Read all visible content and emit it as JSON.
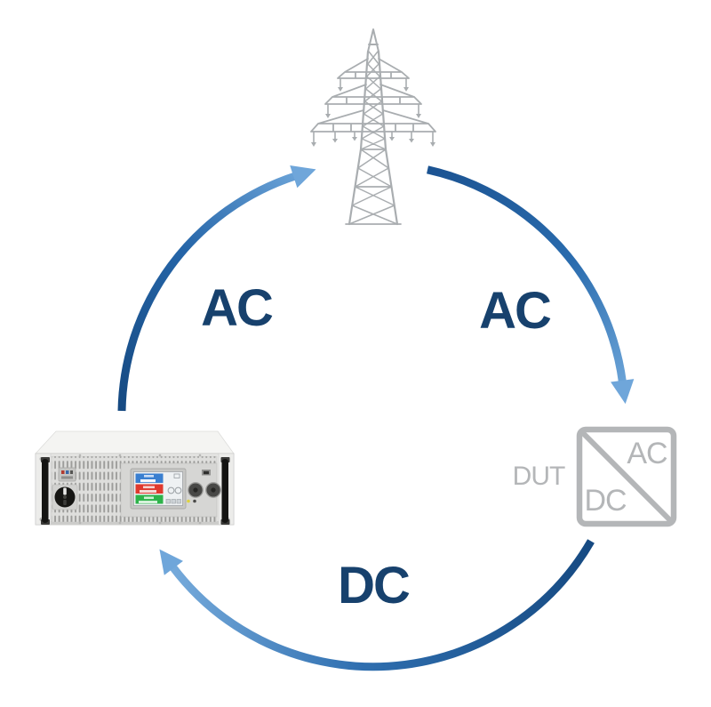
{
  "diagram": {
    "type": "energy-recovery-cycle",
    "flows": {
      "psu_to_grid": {
        "label": "AC"
      },
      "grid_to_dut": {
        "label": "AC"
      },
      "dut_to_psu": {
        "label": "DC"
      }
    },
    "dut_node": {
      "label": "DUT",
      "box_top_label": "AC",
      "box_bottom_label": "DC"
    },
    "grid_node": {
      "icon": "transmission-tower-icon"
    },
    "psu_node": {
      "icon": "regenerative-power-supply-image"
    },
    "colors": {
      "flow_label": "#17416d",
      "arc_dark": "#174e89",
      "arc_mid": "#2a6cae",
      "arc_light": "#74a9dc",
      "arrowhead": "#6fa6da",
      "dut_gray": "#b4b6b8",
      "pylon_gray": "#a9adb0",
      "display_blue": "#3a7fd0",
      "display_red": "#e0392e",
      "display_green": "#2db34a"
    }
  }
}
